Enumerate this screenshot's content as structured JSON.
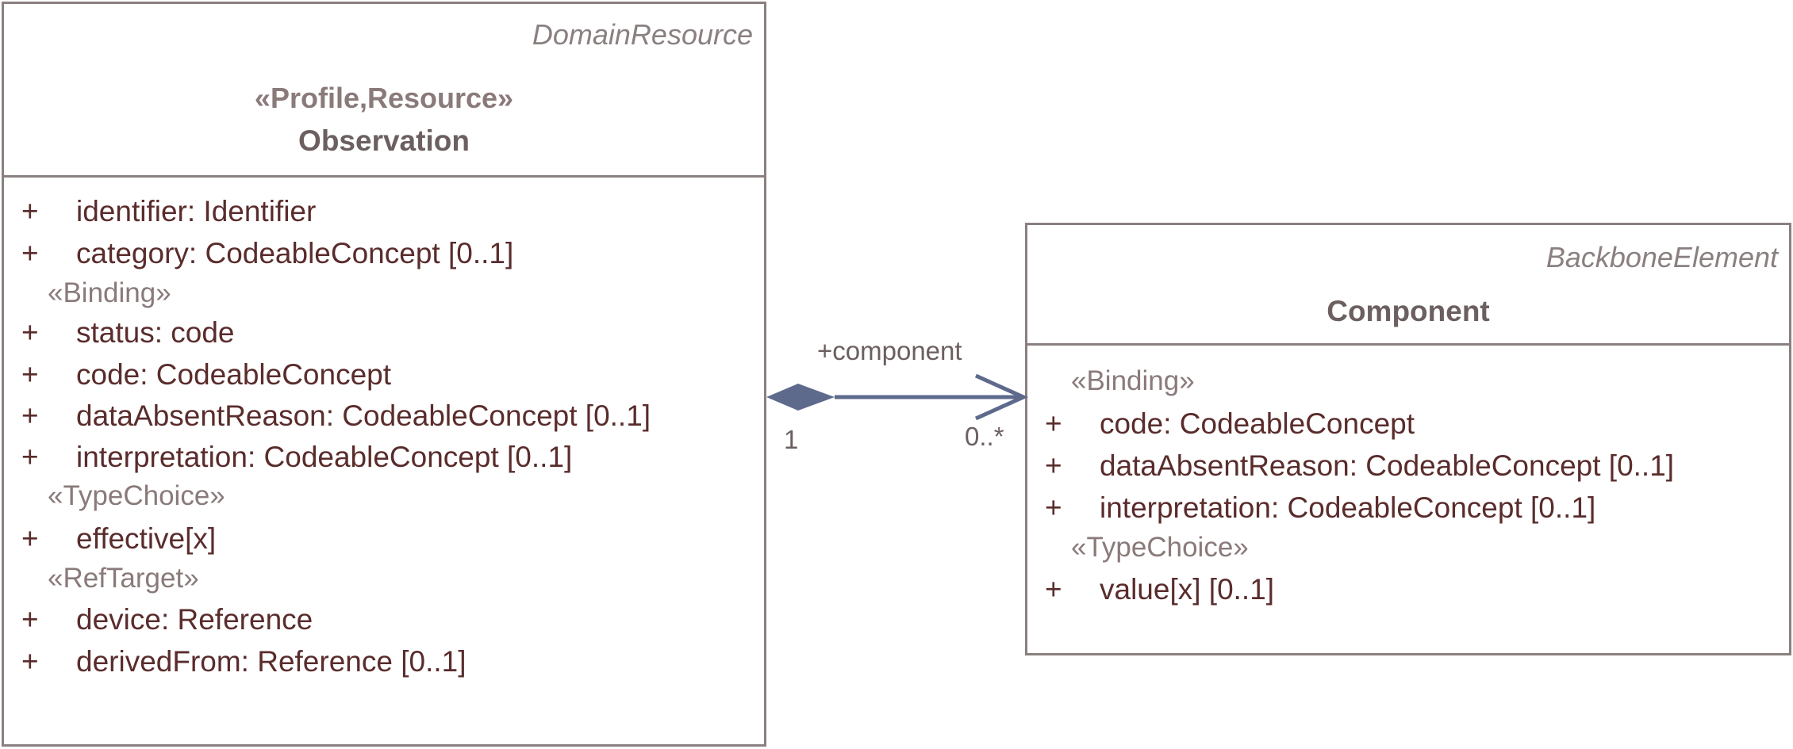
{
  "observation": {
    "superclass": "DomainResource",
    "stereotype": "«Profile,Resource»",
    "name": "Observation",
    "rows": [
      {
        "kind": "attr",
        "vis": "+",
        "text": "identifier: Identifier"
      },
      {
        "kind": "attr",
        "vis": "+",
        "text": "category: CodeableConcept [0..1]"
      },
      {
        "kind": "stereo",
        "text": "«Binding»"
      },
      {
        "kind": "attr",
        "vis": "+",
        "text": "status: code"
      },
      {
        "kind": "attr",
        "vis": "+",
        "text": "code: CodeableConcept"
      },
      {
        "kind": "attr",
        "vis": "+",
        "text": "dataAbsentReason: CodeableConcept [0..1]"
      },
      {
        "kind": "attr",
        "vis": "+",
        "text": "interpretation: CodeableConcept [0..1]"
      },
      {
        "kind": "stereo",
        "text": "«TypeChoice»"
      },
      {
        "kind": "attr",
        "vis": "+",
        "text": "effective[x]"
      },
      {
        "kind": "stereo",
        "text": "«RefTarget»"
      },
      {
        "kind": "attr",
        "vis": "+",
        "text": "device: Reference"
      },
      {
        "kind": "attr",
        "vis": "+",
        "text": "derivedFrom: Reference [0..1]"
      }
    ]
  },
  "component": {
    "superclass": "BackboneElement",
    "name": "Component",
    "rows": [
      {
        "kind": "stereo",
        "text": "«Binding»"
      },
      {
        "kind": "attr",
        "vis": "+",
        "text": "code: CodeableConcept"
      },
      {
        "kind": "attr",
        "vis": "+",
        "text": "dataAbsentReason: CodeableConcept [0..1]"
      },
      {
        "kind": "attr",
        "vis": "+",
        "text": "interpretation: CodeableConcept [0..1]"
      },
      {
        "kind": "stereo",
        "text": "«TypeChoice»"
      },
      {
        "kind": "attr",
        "vis": "+",
        "text": "value[x] [0..1]"
      }
    ]
  },
  "association": {
    "role": "+component",
    "source_multiplicity": "1",
    "target_multiplicity": "0..*",
    "line_color": "#5e6a8c"
  }
}
